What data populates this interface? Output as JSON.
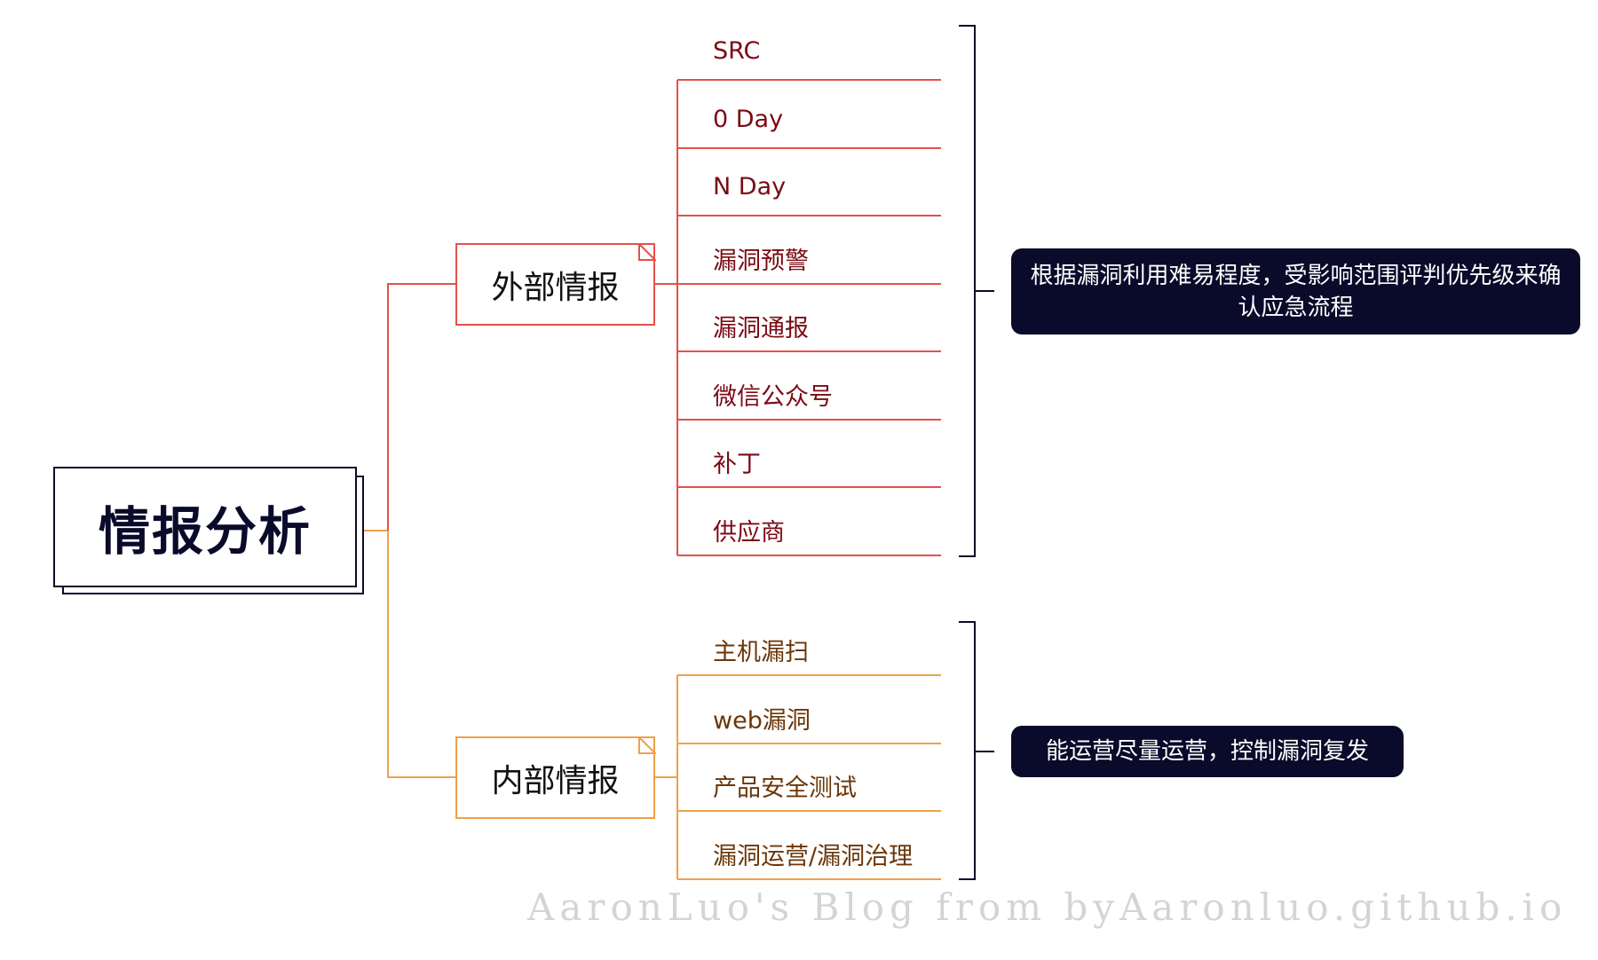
{
  "root": {
    "label": "情报分析"
  },
  "branches": {
    "external": {
      "label": "外部情报",
      "items": [
        "SRC",
        "0 Day",
        "N Day",
        "漏洞预警",
        "漏洞通报",
        "微信公众号",
        "补丁",
        "供应商"
      ],
      "note": "根据漏洞利用难易程度，受影响范围评判优先级来确认应急流程"
    },
    "internal": {
      "label": "内部情报",
      "items": [
        "主机漏扫",
        "web漏洞",
        "产品安全测试",
        "漏洞运营/漏洞治理"
      ],
      "note": "能运营尽量运营，控制漏洞复发"
    }
  },
  "colors": {
    "external_line": "#e5504a",
    "internal_line": "#f0a048",
    "root_border": "#0a0a2a",
    "note_background": "#0a0a2a",
    "bracket": "#0a0a2a"
  },
  "watermark": "AaronLuo's Blog from byAaronluo.github.io"
}
